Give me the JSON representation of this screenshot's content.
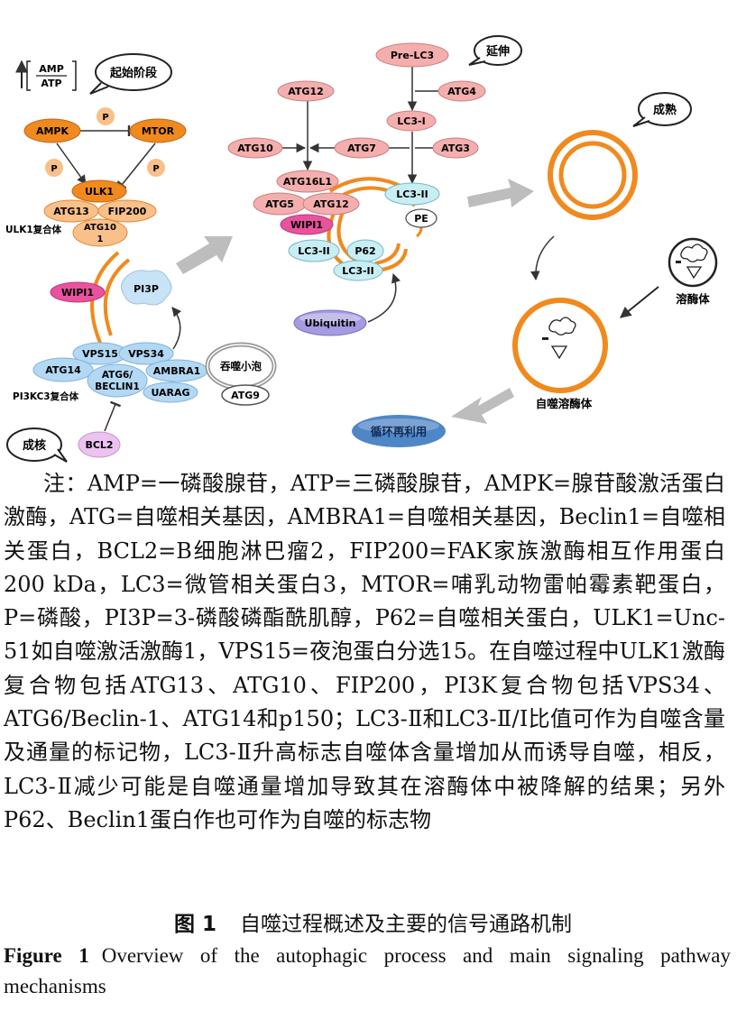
{
  "diagram": {
    "amp": "AMP",
    "atp": "ATP",
    "stages": {
      "initiation": "起始阶段",
      "elongation": "延伸",
      "maturation": "成熟",
      "nucleation": "成核"
    },
    "nodes": {
      "ampk": "AMPK",
      "mtor": "MTOR",
      "p1": "P",
      "p2": "P",
      "p3": "P",
      "ulk1": "ULK1",
      "atg13": "ATG13",
      "fip200": "FIP200",
      "atg101_line1": "ATG10",
      "atg101_line2": "1",
      "wipi1_left": "WIPI1",
      "pi3p": "PI3P",
      "vps15": "VPS15",
      "vps34": "VPS34",
      "atg14": "ATG14",
      "atg6_line1": "ATG6/",
      "atg6_line2": "BECLIN1",
      "ambra1": "AMBRA1",
      "uvrag": "UARAG",
      "bcl2": "BCL2",
      "atg9": "ATG9",
      "pre_lc3": "Pre-LC3",
      "atg4": "ATG4",
      "lc3_i": "LC3-I",
      "atg3": "ATG3",
      "atg12_top": "ATG12",
      "atg10": "ATG10",
      "atg7": "ATG7",
      "atg16l1": "ATG16L1",
      "atg5": "ATG5",
      "atg12_mid": "ATG12",
      "lc3_ii_a": "LC3-II",
      "pe": "PE",
      "wipi1_mid": "WIPI1",
      "lc3_ii_b": "LC3-II",
      "p62": "P62",
      "lc3_ii_c": "LC3-II",
      "ubiquitin": "Ubiquitin",
      "recycle": "循环再利用"
    },
    "labels": {
      "ulk1_complex": "ULK1复合体",
      "pi3kc3_complex": "PI3KC3复合体",
      "phagophore": "吞噬小泡",
      "lysosome": "溶酶体",
      "autolysosome": "自噬溶酶体"
    },
    "colors": {
      "orange": "#F08A1E",
      "light_orange": "#F9C08A",
      "pink": "#F4AEAE",
      "magenta": "#E9539E",
      "light_blue": "#B3D8F4",
      "cyan": "#C8EEF4",
      "purple": "#A59BE0",
      "lilac": "#EBC3EE",
      "steel": "#4F86C6",
      "grey_arrow": "#BDBDBD"
    }
  },
  "note": "注：AMP=一磷酸腺苷，ATP=三磷酸腺苷，AMPK=腺苷酸激活蛋白激酶，ATG=自噬相关基因，AMBRA1=自噬相关基因，Beclin1=自噬相关蛋白，BCL2=B细胞淋巴瘤2，FIP200=FAK家族激酶相互作用蛋白200 kDa，LC3=微管相关蛋白3，MTOR=哺乳动物雷帕霉素靶蛋白，P=磷酸，PI3P=3-磷酸磷酯酰肌醇，P62=自噬相关蛋白，ULK1=Unc-51如自噬激活激酶1，VPS15=夜泡蛋白分选15。在自噬过程中ULK1激酶复合物包括ATG13、ATG10、FIP200，PI3K复合物包括VPS34、ATG6/Beclin-1、ATG14和p150；LC3-Ⅱ和LC3-Ⅱ/Ⅰ比值可作为自噬含量及通量的标记物，LC3-Ⅱ升高标志自噬体含量增加从而诱导自噬，相反，LC3-Ⅱ减少可能是自噬通量增加导致其在溶酶体中被降解的结果；另外P62、Beclin1蛋白作也可作为自噬的标志物",
  "figure": {
    "cn_label": "图 1",
    "cn_title": "自噬过程概述及主要的信号通路机制",
    "en_label": "Figure 1",
    "en_title": "Overview of the autophagic process and main signaling pathway mechanisms"
  }
}
